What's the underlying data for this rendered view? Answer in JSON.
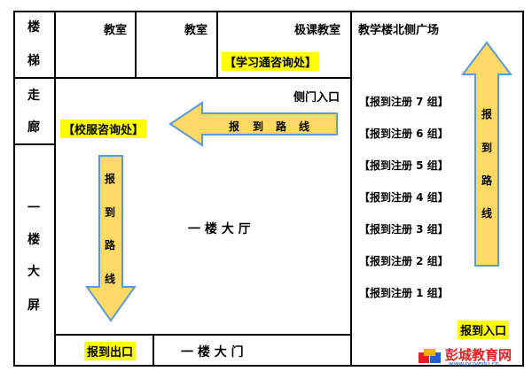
{
  "stairs": [
    "楼",
    "梯"
  ],
  "corridor": [
    "走",
    "廊"
  ],
  "screen": [
    "一",
    "楼",
    "大",
    "屏"
  ],
  "classroom_1": "教室",
  "classroom_2": "教室",
  "classroom_3": "极课教室",
  "xuexitong_desk": "【学习通咨询处】",
  "north_plaza": "教学楼北侧广场",
  "side_entrance": "侧门入口",
  "campus_desk": "【校服咨询处】",
  "route_h": [
    "报",
    "到",
    "路",
    "线"
  ],
  "route_left_v": [
    "报",
    "到",
    "路",
    "线"
  ],
  "route_right_v": [
    "报",
    "到",
    "路",
    "线"
  ],
  "hall": "一 楼 大 厅",
  "registration_groups": [
    "【报到注册 7 组】",
    "【报到注册 6 组】",
    "【报到注册 5 组】",
    "【报到注册 4 组】",
    "【报到注册 3 组】",
    "【报到注册 2 组】",
    "【报到注册 1 组】"
  ],
  "exit": "报到出口",
  "main_gate": "一 楼 大 门",
  "entrance": "报到入口",
  "watermark": {
    "main": "彭城教育网",
    "url": "www.pcjyedu.cn"
  },
  "colors": {
    "arrow_fill": "#ffd966",
    "arrow_stroke": "#5b9bd5",
    "highlight": "#ffff00"
  }
}
